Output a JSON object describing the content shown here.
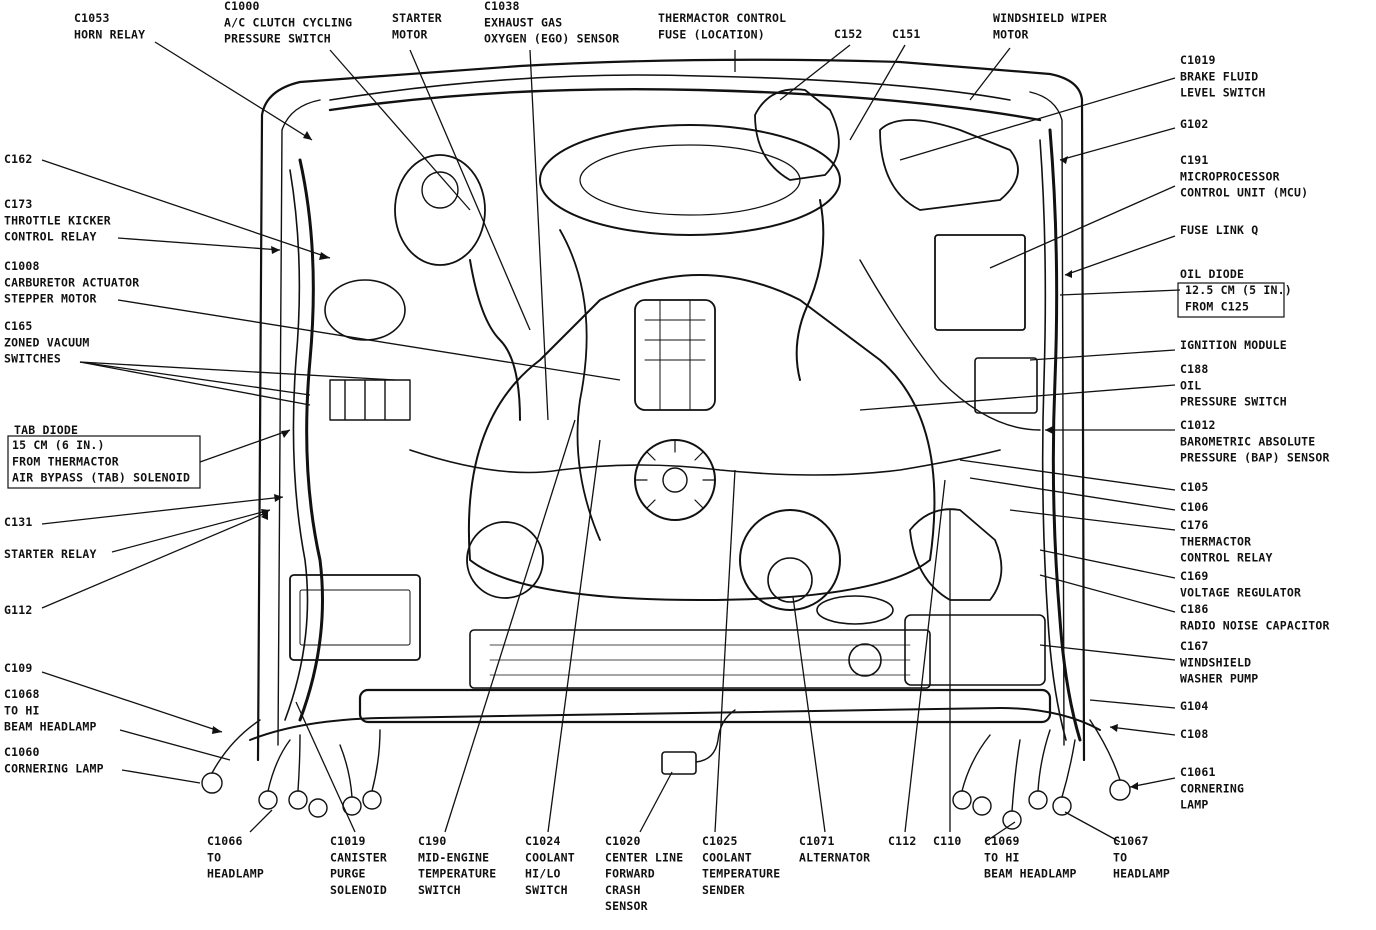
{
  "labels": [
    {
      "id": "c1053",
      "lines": [
        "C1053",
        "HORN RELAY"
      ]
    },
    {
      "id": "c1000",
      "lines": [
        "C1000",
        "A/C CLUTCH CYCLING",
        "PRESSURE SWITCH"
      ]
    },
    {
      "id": "starter-motor",
      "lines": [
        "STARTER",
        "MOTOR"
      ]
    },
    {
      "id": "c1038",
      "lines": [
        "C1038",
        "EXHAUST GAS",
        "OXYGEN (EGO) SENSOR"
      ]
    },
    {
      "id": "thermactor-fuse",
      "lines": [
        "THERMACTOR CONTROL",
        "FUSE (LOCATION)"
      ]
    },
    {
      "id": "c152",
      "lines": [
        "C152"
      ]
    },
    {
      "id": "c151",
      "lines": [
        "C151"
      ]
    },
    {
      "id": "wiper-motor",
      "lines": [
        "WINDSHIELD WIPER",
        "MOTOR"
      ]
    },
    {
      "id": "c1019-brake",
      "lines": [
        "C1019",
        "BRAKE FLUID",
        "LEVEL SWITCH"
      ]
    },
    {
      "id": "g102",
      "lines": [
        "G102"
      ]
    },
    {
      "id": "c191",
      "lines": [
        "C191",
        "MICROPROCESSOR",
        "CONTROL UNIT (MCU)"
      ]
    },
    {
      "id": "fuse-link-q",
      "lines": [
        "FUSE LINK Q"
      ]
    },
    {
      "id": "oil-diode",
      "lines": [
        "OIL DIODE"
      ]
    },
    {
      "id": "oil-diode-box",
      "lines": [
        "12.5 CM (5 IN.)",
        "FROM C125"
      ]
    },
    {
      "id": "ignition-module",
      "lines": [
        "IGNITION MODULE"
      ]
    },
    {
      "id": "c188",
      "lines": [
        "C188",
        "OIL",
        "PRESSURE SWITCH"
      ]
    },
    {
      "id": "c1012",
      "lines": [
        "C1012",
        "BAROMETRIC ABSOLUTE",
        "PRESSURE (BAP) SENSOR"
      ]
    },
    {
      "id": "c105",
      "lines": [
        "C105"
      ]
    },
    {
      "id": "c106",
      "lines": [
        "C106"
      ]
    },
    {
      "id": "c176",
      "lines": [
        "C176",
        "THERMACTOR",
        "CONTROL RELAY"
      ]
    },
    {
      "id": "c169",
      "lines": [
        "C169",
        "VOLTAGE REGULATOR"
      ]
    },
    {
      "id": "c186",
      "lines": [
        "C186",
        "RADIO NOISE CAPACITOR"
      ]
    },
    {
      "id": "c167",
      "lines": [
        "C167",
        "WINDSHIELD",
        "WASHER PUMP"
      ]
    },
    {
      "id": "g104",
      "lines": [
        "G104"
      ]
    },
    {
      "id": "c108",
      "lines": [
        "C108"
      ]
    },
    {
      "id": "c1061",
      "lines": [
        "C1061",
        "CORNERING",
        "LAMP"
      ]
    },
    {
      "id": "c1067",
      "lines": [
        "C1067",
        "TO",
        "HEADLAMP"
      ]
    },
    {
      "id": "c1069",
      "lines": [
        "C1069",
        "TO HI",
        "BEAM HEADLAMP"
      ]
    },
    {
      "id": "c110",
      "lines": [
        "C110"
      ]
    },
    {
      "id": "c112",
      "lines": [
        "C112"
      ]
    },
    {
      "id": "c1071",
      "lines": [
        "C1071",
        "ALTERNATOR"
      ]
    },
    {
      "id": "c1025",
      "lines": [
        "C1025",
        "COOLANT",
        "TEMPERATURE",
        "SENDER"
      ]
    },
    {
      "id": "c1020",
      "lines": [
        "C1020",
        "CENTER LINE",
        "FORWARD",
        "CRASH",
        "SENSOR"
      ]
    },
    {
      "id": "c1024",
      "lines": [
        "C1024",
        "COOLANT",
        "HI/LO",
        "SWITCH"
      ]
    },
    {
      "id": "c190",
      "lines": [
        "C190",
        "MID-ENGINE",
        "TEMPERATURE",
        "SWITCH"
      ]
    },
    {
      "id": "c1019-canister",
      "lines": [
        "C1019",
        "CANISTER",
        "PURGE",
        "SOLENOID"
      ]
    },
    {
      "id": "c1066",
      "lines": [
        "C1066",
        "TO",
        "HEADLAMP"
      ]
    },
    {
      "id": "c1060",
      "lines": [
        "C1060",
        "CORNERING LAMP"
      ]
    },
    {
      "id": "c1068",
      "lines": [
        "C1068",
        "TO HI",
        "BEAM HEADLAMP"
      ]
    },
    {
      "id": "c109",
      "lines": [
        "C109"
      ]
    },
    {
      "id": "g112",
      "lines": [
        "G112"
      ]
    },
    {
      "id": "starter-relay",
      "lines": [
        "STARTER RELAY"
      ]
    },
    {
      "id": "c131",
      "lines": [
        "C131"
      ]
    },
    {
      "id": "tab-diode",
      "lines": [
        "TAB DIODE"
      ]
    },
    {
      "id": "tab-diode-box",
      "lines": [
        "15 CM (6 IN.)",
        "FROM THERMACTOR",
        "AIR BYPASS (TAB) SOLENOID"
      ]
    },
    {
      "id": "c165",
      "lines": [
        "C165",
        "ZONED VACUUM",
        "SWITCHES"
      ]
    },
    {
      "id": "c1008",
      "lines": [
        "C1008",
        "CARBURETOR ACTUATOR",
        "STEPPER MOTOR"
      ]
    },
    {
      "id": "c173",
      "lines": [
        "C173",
        "THROTTLE KICKER",
        "CONTROL RELAY"
      ]
    },
    {
      "id": "c162",
      "lines": [
        "C162"
      ]
    }
  ]
}
